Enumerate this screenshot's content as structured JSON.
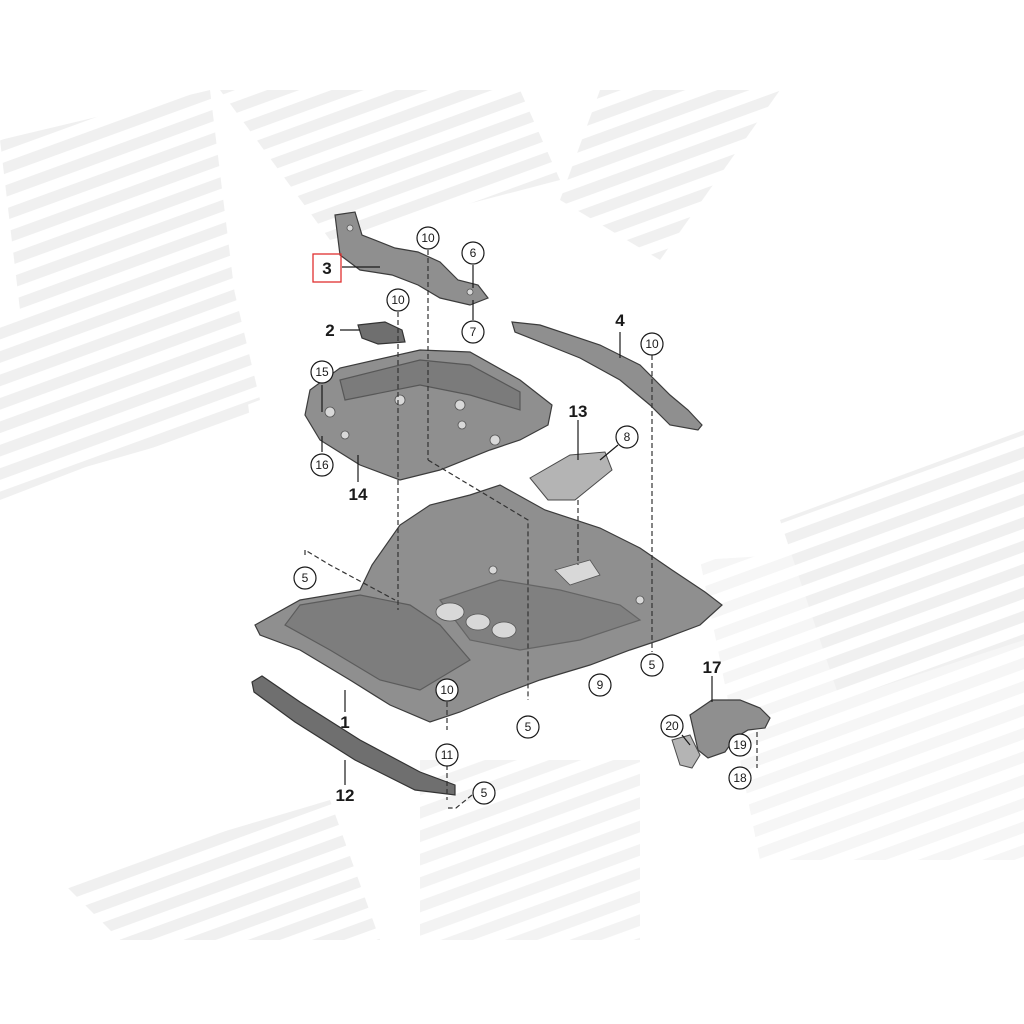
{
  "diagram": {
    "labels": {
      "p1": "1",
      "p2": "2",
      "p3": "3",
      "p4": "4",
      "p12": "12",
      "p13": "13",
      "p14": "14",
      "p17": "17"
    },
    "callouts": {
      "c10a": "10",
      "c10b": "10",
      "c10c": "10",
      "c10d": "10",
      "c6": "6",
      "c7": "7",
      "c8": "8",
      "c9": "9",
      "c5a": "5",
      "c5b": "5",
      "c5c": "5",
      "c5d": "5",
      "c11": "11",
      "c15": "15",
      "c16": "16",
      "c18": "18",
      "c19": "19",
      "c20": "20"
    },
    "highlight_color": "#e03030",
    "part_color": "#8f8f8f"
  }
}
